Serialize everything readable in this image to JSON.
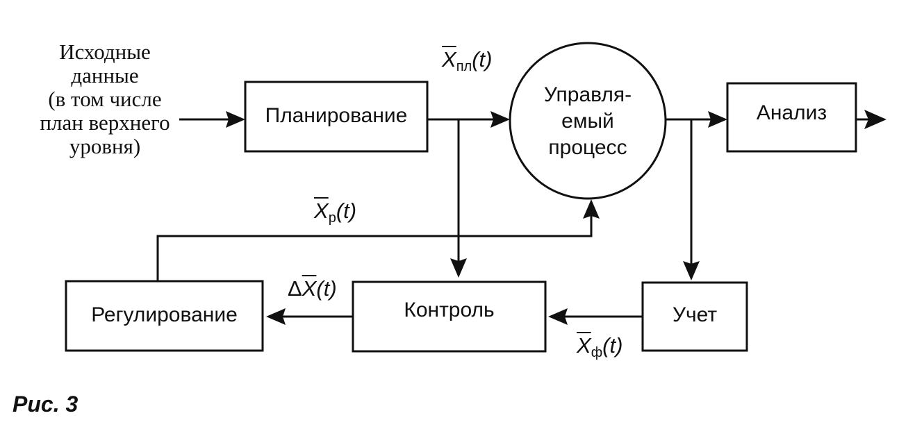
{
  "input_text": [
    "Исходные",
    "данные",
    "(в том числе",
    "план верхнего",
    "уровня)"
  ],
  "blocks": {
    "planning": "Планирование",
    "process": [
      "Управля-",
      "емый",
      "процесс"
    ],
    "analysis": "Анализ",
    "regulation": "Регулирование",
    "control": "Контроль",
    "accounting": "Учет"
  },
  "signals": {
    "x_pl": {
      "var": "X",
      "sub": "пл",
      "arg": "(t)"
    },
    "x_r": {
      "var": "X",
      "sub": "р",
      "arg": "(t)"
    },
    "delta_x": {
      "prefix": "Δ",
      "var": "X",
      "arg": "(t)"
    },
    "x_f": {
      "var": "X",
      "sub": "ф",
      "arg": "(t)"
    }
  },
  "caption": "Рис. 3"
}
